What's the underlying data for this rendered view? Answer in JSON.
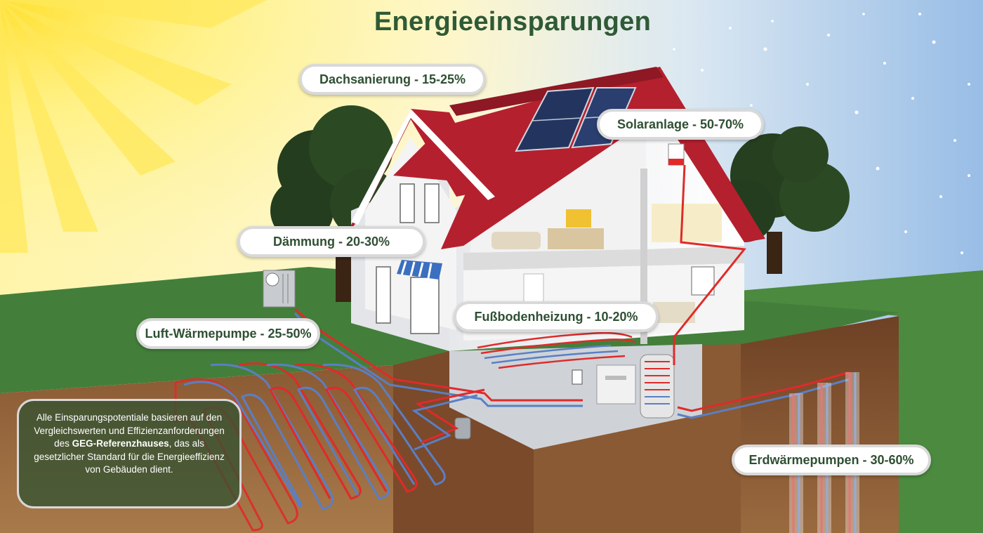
{
  "title": "Energieeinsparungen",
  "labels": {
    "dachsanierung": "Dachsanierung - 15-25%",
    "solaranlage": "Solaranlage - 50-70%",
    "daemmung": "Dämmung - 20-30%",
    "luft_waermepumpe": "Luft-Wärmepumpe - 25-50%",
    "fussbodenheizung": "Fußbodenheizung - 10-20%",
    "erdwaermepumpen": "Erdwärmepumpen - 30-60%"
  },
  "note": {
    "part1": "Alle Einsparungspotentiale basieren auf den Vergleichswerten und Effizienzanforderungen des",
    "bold": "GEG-Referenzhauses",
    "part2": ", das als gesetzlicher Standard für die Energieeffizienz von Gebäuden dient."
  },
  "colors": {
    "title": "#2f5a36",
    "roof": "#b5202e",
    "grass": "#3f7d3a",
    "soil": "#8a5a34",
    "pipe_hot": "#e02a2a",
    "pipe_cold": "#5a7fc4",
    "sky_left": "#fff6b0",
    "sky_right": "#9fc1e6"
  }
}
